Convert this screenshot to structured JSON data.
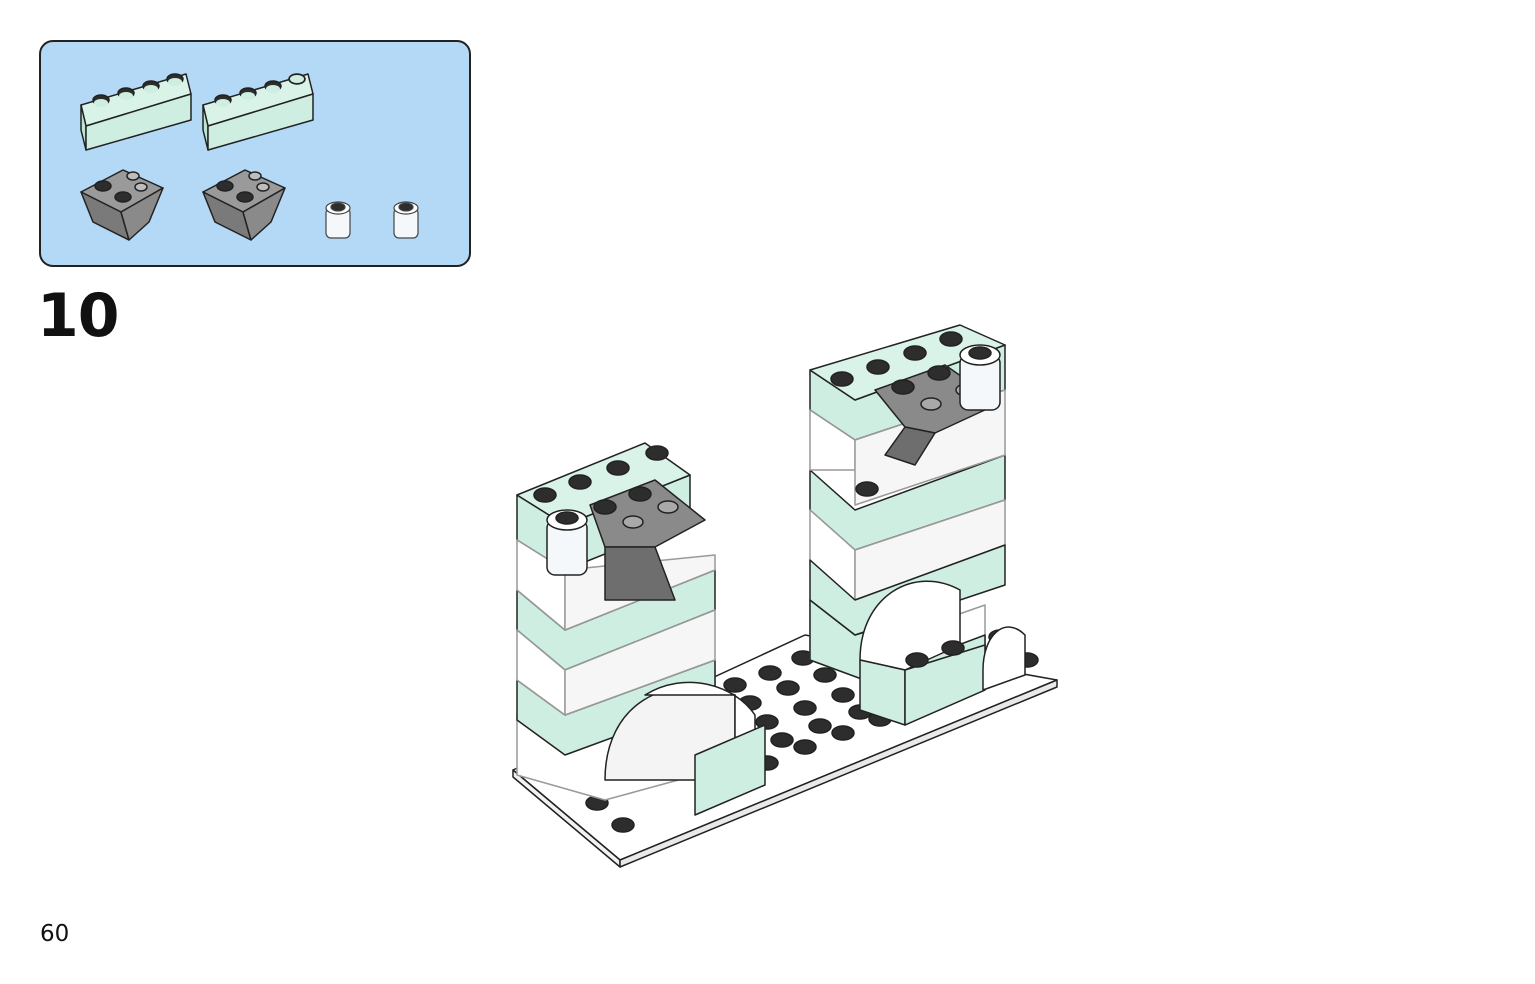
{
  "step": {
    "number": "10"
  },
  "page": {
    "number": "60"
  },
  "parts_callout": {
    "parts": [
      {
        "name": "brick-1x4",
        "color": "#cdeee0"
      },
      {
        "name": "brick-1x4",
        "color": "#cdeee0"
      },
      {
        "name": "slope-inverted-2x2",
        "color": "#8a8a8a"
      },
      {
        "name": "slope-inverted-2x2",
        "color": "#8a8a8a"
      },
      {
        "name": "round-plate-1x1-transparent",
        "color": "#f4f8fa"
      },
      {
        "name": "round-plate-1x1-transparent",
        "color": "#f4f8fa"
      }
    ],
    "background": "#b4d9f7"
  },
  "colors": {
    "mint": "#cdeee0",
    "dark_gray": "#8a8a8a",
    "white": "#ffffff",
    "stud_dark": "#2d2d2d",
    "outline": "#222222"
  }
}
